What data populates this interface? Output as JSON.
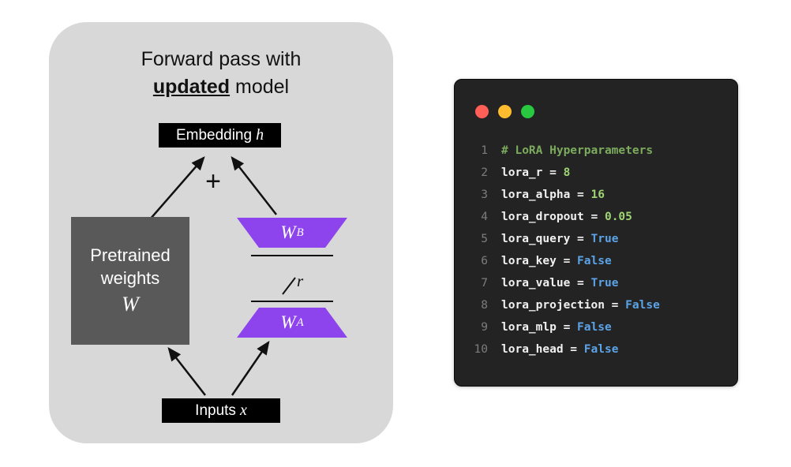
{
  "diagram": {
    "title_line1": "Forward pass with",
    "title_bold": "updated",
    "title_rest": " model",
    "embedding_label": "Embedding",
    "embedding_var": "h",
    "plus": "+",
    "pretrained_line1": "Pretrained",
    "pretrained_line2": "weights",
    "pretrained_var": "W",
    "wb_base": "W",
    "wb_sub": "B",
    "wa_base": "W",
    "wa_sub": "A",
    "rank_label": "r",
    "inputs_label": "Inputs",
    "inputs_var": "x",
    "colors": {
      "panel_bg": "#d8d8d8",
      "box_black": "#000000",
      "pretrained_gray": "#595959",
      "lora_purple": "#8e44ec"
    }
  },
  "code_window": {
    "colors": {
      "window_bg": "#232323",
      "comment": "#7cab5e",
      "code_text": "#f0f0f0",
      "number_value": "#9fd474",
      "boolean_value": "#5ba3e6",
      "line_number": "#7d7d7d",
      "light_red": "#ff5f57",
      "light_yellow": "#febc2e",
      "light_green": "#28c840"
    },
    "lines": [
      {
        "num": "1",
        "tokens": [
          {
            "text": "# LoRA Hyperparameters",
            "type": "comment"
          }
        ]
      },
      {
        "num": "2",
        "tokens": [
          {
            "text": "lora_r",
            "type": "name"
          },
          {
            "text": " = ",
            "type": "op"
          },
          {
            "text": "8",
            "type": "num"
          }
        ]
      },
      {
        "num": "3",
        "tokens": [
          {
            "text": "lora_alpha",
            "type": "name"
          },
          {
            "text": " = ",
            "type": "op"
          },
          {
            "text": "16",
            "type": "num"
          }
        ]
      },
      {
        "num": "4",
        "tokens": [
          {
            "text": "lora_dropout",
            "type": "name"
          },
          {
            "text": " = ",
            "type": "op"
          },
          {
            "text": "0.05",
            "type": "num"
          }
        ]
      },
      {
        "num": "5",
        "tokens": [
          {
            "text": "lora_query",
            "type": "name"
          },
          {
            "text": " = ",
            "type": "op"
          },
          {
            "text": "True",
            "type": "bool"
          }
        ]
      },
      {
        "num": "6",
        "tokens": [
          {
            "text": "lora_key",
            "type": "name"
          },
          {
            "text": " = ",
            "type": "op"
          },
          {
            "text": "False",
            "type": "bool"
          }
        ]
      },
      {
        "num": "7",
        "tokens": [
          {
            "text": "lora_value",
            "type": "name"
          },
          {
            "text": " = ",
            "type": "op"
          },
          {
            "text": "True",
            "type": "bool"
          }
        ]
      },
      {
        "num": "8",
        "tokens": [
          {
            "text": "lora_projection",
            "type": "name"
          },
          {
            "text": " = ",
            "type": "op"
          },
          {
            "text": "False",
            "type": "bool"
          }
        ]
      },
      {
        "num": "9",
        "tokens": [
          {
            "text": "lora_mlp",
            "type": "name"
          },
          {
            "text": " = ",
            "type": "op"
          },
          {
            "text": "False",
            "type": "bool"
          }
        ]
      },
      {
        "num": "10",
        "tokens": [
          {
            "text": "lora_head",
            "type": "name"
          },
          {
            "text": " = ",
            "type": "op"
          },
          {
            "text": "False",
            "type": "bool"
          }
        ]
      }
    ]
  }
}
